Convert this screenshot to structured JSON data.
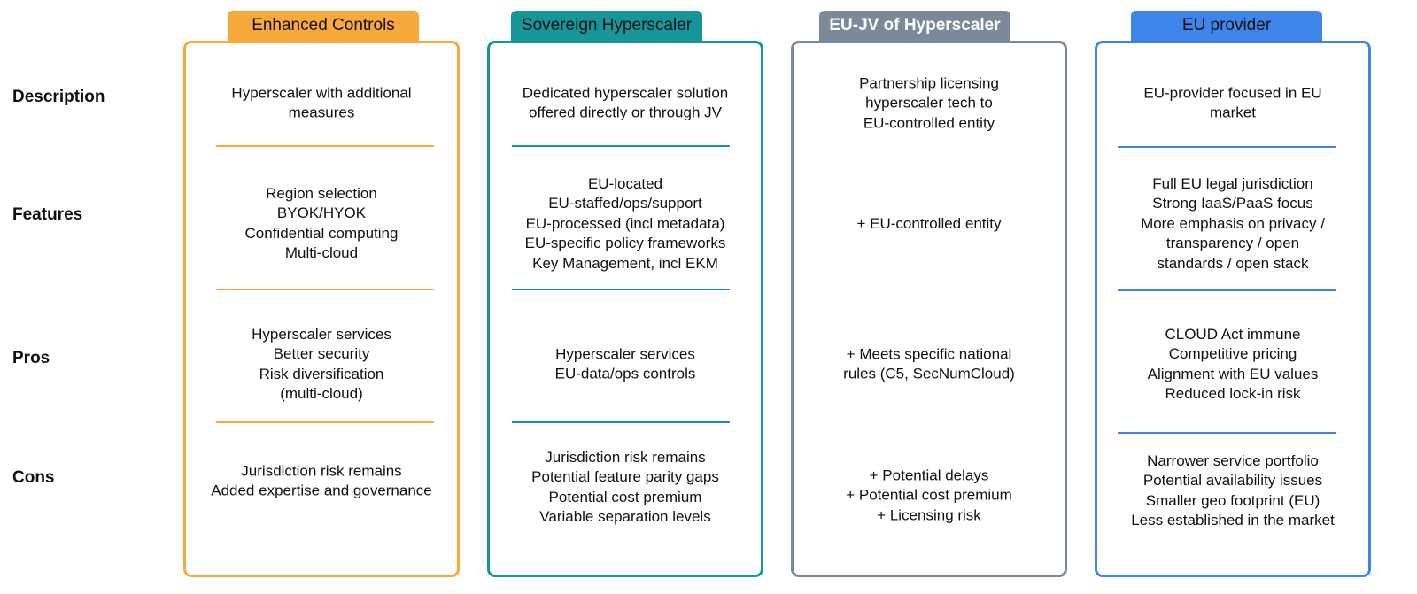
{
  "row_labels": [
    "Description",
    "Features",
    "Pros",
    "Cons"
  ],
  "columns": [
    {
      "title": "Enhanced Controls",
      "color": "#F7A93B",
      "sections": {
        "description": [
          "Hyperscaler with additional",
          "measures"
        ],
        "features": [
          "Region selection",
          "BYOK/HYOK",
          "Confidential computing",
          "Multi-cloud"
        ],
        "pros": [
          "Hyperscaler services",
          "Better security",
          "Risk diversification",
          "(multi-cloud)"
        ],
        "cons": [
          "Jurisdiction risk remains",
          "Added expertise and governance"
        ]
      }
    },
    {
      "title": "Sovereign Hyperscaler",
      "color": "#17969A",
      "sections": {
        "description": [
          "Dedicated hyperscaler solution",
          "offered directly or through JV"
        ],
        "features": [
          "EU-located",
          "EU-staffed/ops/support",
          "EU-processed (incl metadata)",
          "EU-specific policy frameworks",
          "Key Management, incl EKM"
        ],
        "pros": [
          "Hyperscaler services",
          "EU-data/ops controls"
        ],
        "cons": [
          "Jurisdiction risk remains",
          "Potential feature parity gaps",
          "Potential cost premium",
          "Variable separation levels"
        ]
      }
    },
    {
      "title": "EU-JV of Hyperscaler",
      "color": "#7A8A99",
      "sections": {
        "description": [
          "Partnership licensing",
          "hyperscaler tech to",
          "EU-controlled entity"
        ],
        "features": [
          "+ EU-controlled entity"
        ],
        "pros": [
          "+ Meets specific national",
          "rules (C5, SecNumCloud)"
        ],
        "cons": [
          "+ Potential delays",
          "+ Potential cost premium",
          "+ Licensing risk"
        ]
      }
    },
    {
      "title": "EU provider",
      "color": "#3F84E8",
      "sections": {
        "description": [
          "EU-provider focused in EU",
          "market"
        ],
        "features": [
          "Full EU legal jurisdiction",
          "Strong IaaS/PaaS focus",
          "More emphasis on privacy /",
          "transparency / open",
          "standards / open stack"
        ],
        "pros": [
          "CLOUD Act immune",
          "Competitive pricing",
          "Alignment with EU values",
          "Reduced lock-in risk"
        ],
        "cons": [
          "Narrower service portfolio",
          "Potential availability issues",
          "Smaller geo footprint (EU)",
          "Less established in the market"
        ]
      }
    }
  ]
}
